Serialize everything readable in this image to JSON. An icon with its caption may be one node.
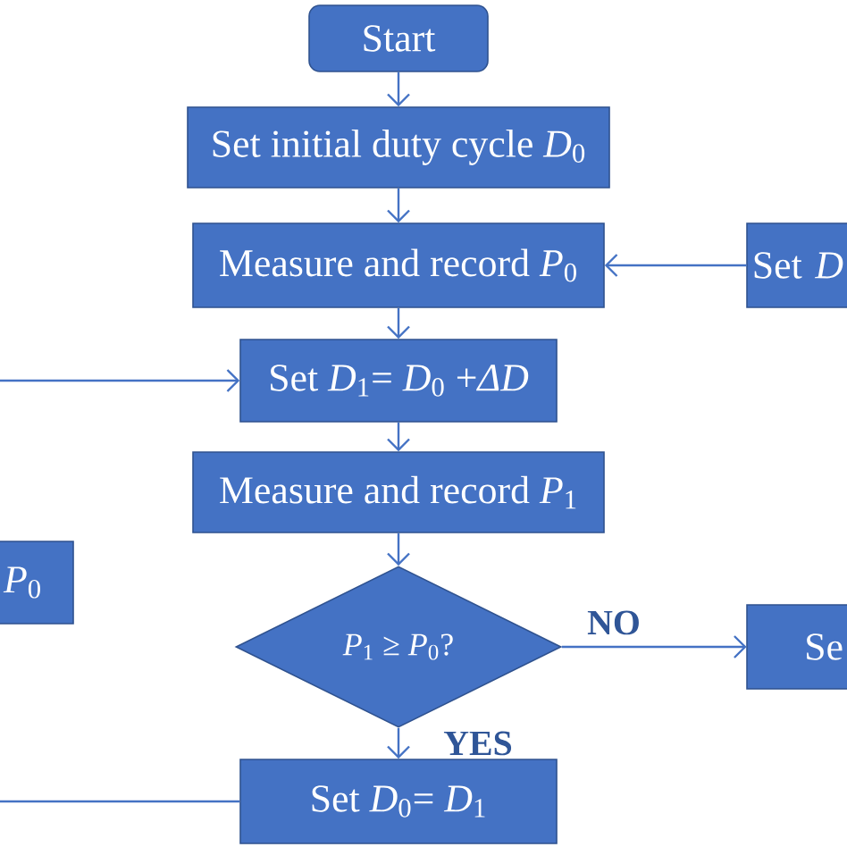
{
  "diagram": {
    "nodes": [
      {
        "text": [
          "Start"
        ]
      },
      {
        "text": [
          "Set initial duty cycle *D*$_{0}$"
        ]
      },
      {
        "text": [
          "Measure and record *P*$_{0}$"
        ]
      },
      {
        "text": [
          "Set *D*"
        ]
      },
      {
        "text": [
          "Set *D*$_{1}$= *D*$_{0}$ +*ΔD*"
        ]
      },
      {
        "text": [
          "Measure and record *P*$_{1}$"
        ]
      },
      {
        "text": [
          "*P*$_{0}$"
        ]
      },
      {
        "text": [
          "*P*$_{1}$ ≥ *P*$_{0}$?"
        ]
      },
      {
        "text": [
          "Se"
        ]
      },
      {
        "text": [
          "Set *D*$_{0}$= *D*$_{1}$"
        ]
      }
    ],
    "edges": [
      {
        "from": 0,
        "to": 1,
        "arrow": "to"
      },
      {
        "from": 1,
        "to": 2,
        "arrow": "to"
      },
      {
        "from": 3,
        "to": 2,
        "arrow": "to"
      },
      {
        "from": 2,
        "to": 4,
        "arrow": "to"
      },
      {
        "from": null,
        "to": 4,
        "arrow": "to"
      },
      {
        "from": 4,
        "to": 5,
        "arrow": "to"
      },
      {
        "from": 5,
        "to": 7,
        "arrow": "to"
      },
      {
        "from": 7,
        "to": 8,
        "arrow": "to",
        "label": "NO"
      },
      {
        "from": 7,
        "to": 9,
        "arrow": "to",
        "label": "YES"
      },
      {
        "from": 9,
        "to": null,
        "arrow": "none"
      }
    ]
  }
}
